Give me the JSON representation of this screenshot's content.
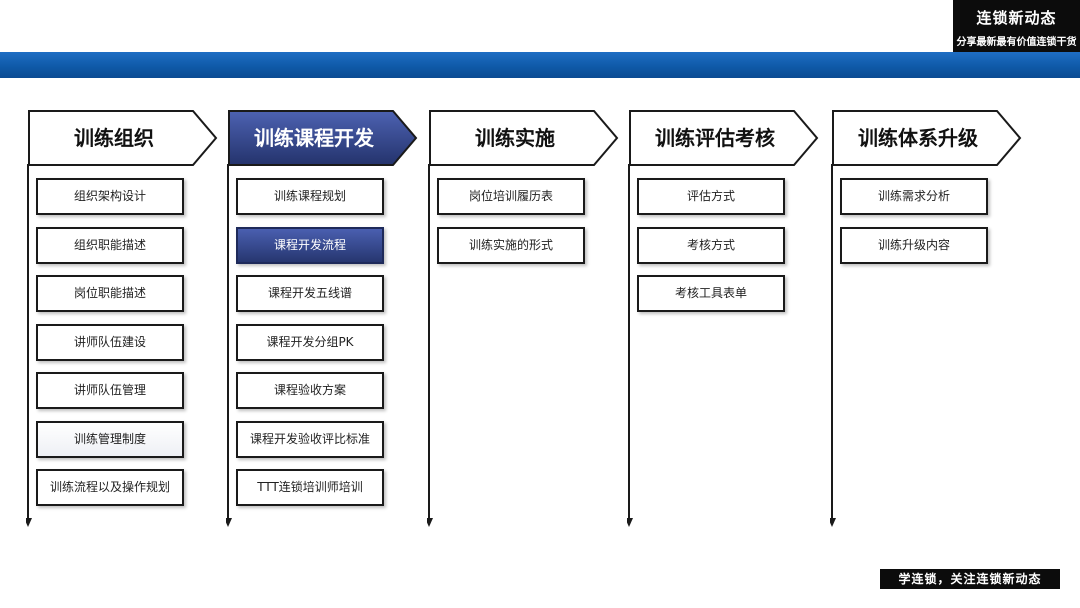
{
  "brand": {
    "line1": "连锁新动态",
    "line2": "分享最新最有价值连锁干货"
  },
  "footer": {
    "text": "学连锁，关注连锁新动态"
  },
  "colors": {
    "accent_blue": "#1560b3",
    "active_fill": "#33448a",
    "outline": "#1a1a1a"
  },
  "columns": [
    {
      "title": "训练组织",
      "active": false,
      "items": [
        {
          "label": "组织架构设计"
        },
        {
          "label": "组织职能描述"
        },
        {
          "label": "岗位职能描述"
        },
        {
          "label": "讲师队伍建设"
        },
        {
          "label": "讲师队伍管理"
        },
        {
          "label": "训练管理制度"
        },
        {
          "label": "训练流程以及操作规划"
        }
      ]
    },
    {
      "title": "训练课程开发",
      "active": true,
      "items": [
        {
          "label": "训练课程规划"
        },
        {
          "label": "课程开发流程",
          "active": true
        },
        {
          "label": "课程开发五线谱"
        },
        {
          "label": "课程开发分组PK"
        },
        {
          "label": "课程验收方案"
        },
        {
          "label": "课程开发验收评比标准"
        },
        {
          "label": "TTT连锁培训师培训"
        }
      ]
    },
    {
      "title": "训练实施",
      "active": false,
      "items": [
        {
          "label": "岗位培训履历表"
        },
        {
          "label": "训练实施的形式"
        }
      ]
    },
    {
      "title": "训练评估考核",
      "active": false,
      "items": [
        {
          "label": "评估方式"
        },
        {
          "label": "考核方式"
        },
        {
          "label": "考核工具表单"
        }
      ]
    },
    {
      "title": "训练体系升级",
      "active": false,
      "items": [
        {
          "label": "训练需求分析"
        },
        {
          "label": "训练升级内容"
        }
      ]
    }
  ]
}
